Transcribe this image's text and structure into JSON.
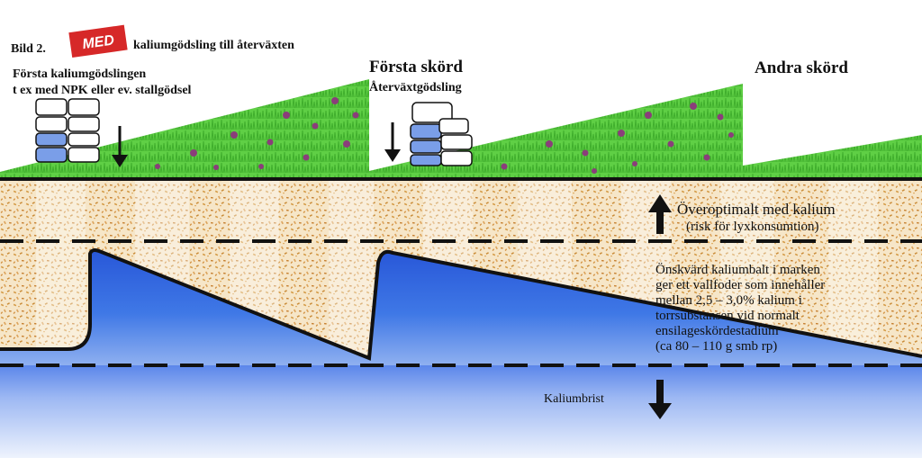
{
  "header": {
    "figure_label": "Bild 2.",
    "badge_text": "MED",
    "subtitle": "kaliumgödsling till återväxten"
  },
  "labels": {
    "first_fertilization_line1": "Första kaliumgödslingen",
    "first_fertilization_line2": "t ex med NPK eller ev. stallgödsel",
    "first_harvest": "Första skörd",
    "regrowth_fertilization": "Återväxtgödsling",
    "second_harvest": "Andra skörd",
    "over_optimal_line1": "Överoptimalt med kalium",
    "over_optimal_line2": "(risk för lyxkonsumtion)",
    "desired_line1": "Önskvärd kaliumbalt i marken",
    "desired_line2": "ger ett vallfoder som innehåller",
    "desired_line3": "mellan 2,5 – 3,0% kalium i",
    "desired_line4": "torrsubstansen vid normalt",
    "desired_line5": "ensilageskördestadium",
    "desired_line6": "(ca 80 – 110 g smb rp)",
    "deficiency": "Kaliumbrist"
  },
  "icons": {
    "down_arrow_1": "down-arrow-icon",
    "down_arrow_2": "down-arrow-icon",
    "up_arrow": "up-arrow-icon",
    "down_arrow_3": "down-arrow-icon",
    "bags": "fertilizer-bags-icon"
  },
  "colors": {
    "badge": "#d62828",
    "grass": "#5fcf45",
    "flower": "#8a3e7a",
    "soil_light": "#f6e6c8",
    "soil_speckle": "#d49a45",
    "potassium_blue": "#2f63dc",
    "potassium_light": "#cfdcf7"
  }
}
